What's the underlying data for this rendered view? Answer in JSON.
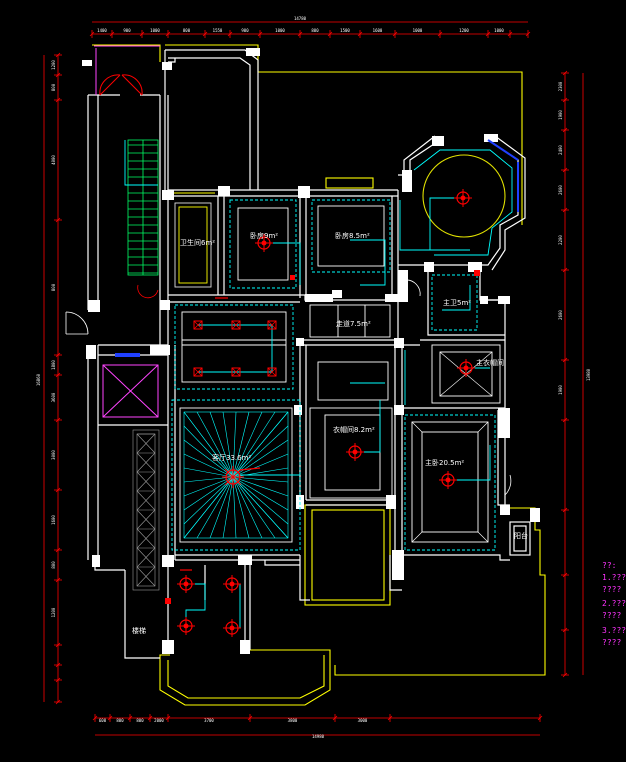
{
  "colors": {
    "background": "#000000",
    "wall": "#ffffff",
    "outline": "#ffff00",
    "ceiling": "#00ffff",
    "light": "#ff0000",
    "dimension": "#ff0000",
    "notes": "#ff33ff",
    "grid": "#888888",
    "green": "#00ff00",
    "blue": "#2040ff"
  },
  "rooms": {
    "bathroom_left": "卫生间6m²",
    "bedroom_small": "卧房9m²",
    "bedroom_mid": "卧房8.5m²",
    "corridor": "走道7.5m²",
    "living": "客厅33.6m²",
    "master_bath": "主卫5m²",
    "master_closet": "主衣帽间",
    "cloak": "衣帽间8.2m²",
    "master_bedroom": "主卧20.5m²",
    "balcony_small": "阳台",
    "stair_label": "楼梯"
  },
  "dimensions": {
    "top_total": "14780",
    "bottom_total": "14980",
    "left_total": "16860",
    "right_total": "13980",
    "top_segments": [
      "1400",
      "900",
      "1000",
      "800",
      "1550",
      "900",
      "1000",
      "800",
      "1500",
      "1600",
      "1000",
      "1200",
      "1000"
    ],
    "bottom_segments": [
      "600",
      "800",
      "800",
      "2000",
      "3700",
      "3800",
      "3000"
    ],
    "left_segments": [
      "1200",
      "800",
      "4000",
      "800",
      "1800",
      "3600",
      "3000",
      "1600",
      "800",
      "1200"
    ],
    "right_segments": [
      "2300",
      "1900",
      "2400",
      "2600",
      "2200",
      "2600",
      "1900"
    ]
  },
  "notes": {
    "heading": "??:",
    "line1": "1.???",
    "line2": "????",
    "line3": "2.???",
    "line4": "????",
    "line5": "3.???",
    "line6": "????"
  }
}
